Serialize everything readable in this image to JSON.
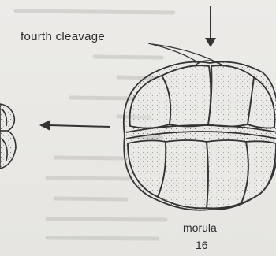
{
  "labels": {
    "cleavage": "fourth  cleavage",
    "stage_name": "morula",
    "cell_count": "16"
  },
  "colors": {
    "ink": "#3a3a3a",
    "paper": "#e9e9e6",
    "cell_fill": "#eeeeea"
  }
}
